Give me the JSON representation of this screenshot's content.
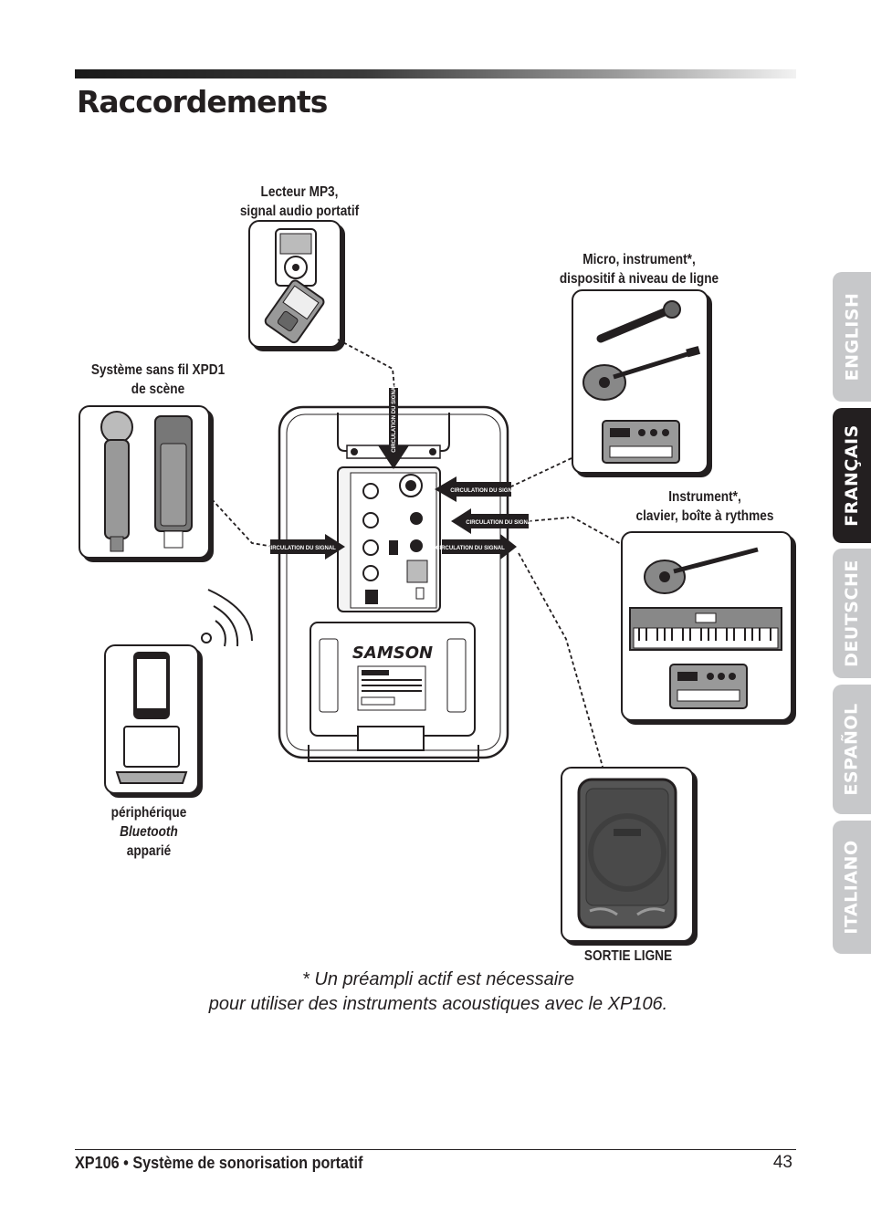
{
  "page": {
    "title": "Raccordements",
    "page_number": "43",
    "footer_title": "XP106 • Système de sonorisation portatif"
  },
  "labels": {
    "mp3": [
      "Lecteur MP3,",
      "signal audio portatif"
    ],
    "mic": [
      "Micro, instrument*,",
      "dispositif à niveau de ligne"
    ],
    "wireless": [
      "Système sans fil XPD1",
      "de scène"
    ],
    "instrument": [
      "Instrument*,",
      "clavier, boîte à rythmes"
    ],
    "bluetooth": [
      "périphérique",
      "Bluetooth",
      "apparié"
    ],
    "line_out": "SORTIE LIGNE"
  },
  "signal_label": "CIRCULATION DU SIGNAL",
  "brand": "SAMSON",
  "note": [
    "* Un préampli actif est nécessaire",
    "pour utiliser des instruments acoustiques avec le XP106."
  ],
  "language_tabs": [
    {
      "label": "ENGLISH",
      "active": false
    },
    {
      "label": "FRANÇAIS",
      "active": true
    },
    {
      "label": "DEUTSCHE",
      "active": false
    },
    {
      "label": "ESPAÑOL",
      "active": false
    },
    {
      "label": "ITALIANO",
      "active": false
    }
  ],
  "colors": {
    "ink": "#231f20",
    "tab_inactive": "#c7c8ca",
    "tab_active": "#231f20"
  }
}
